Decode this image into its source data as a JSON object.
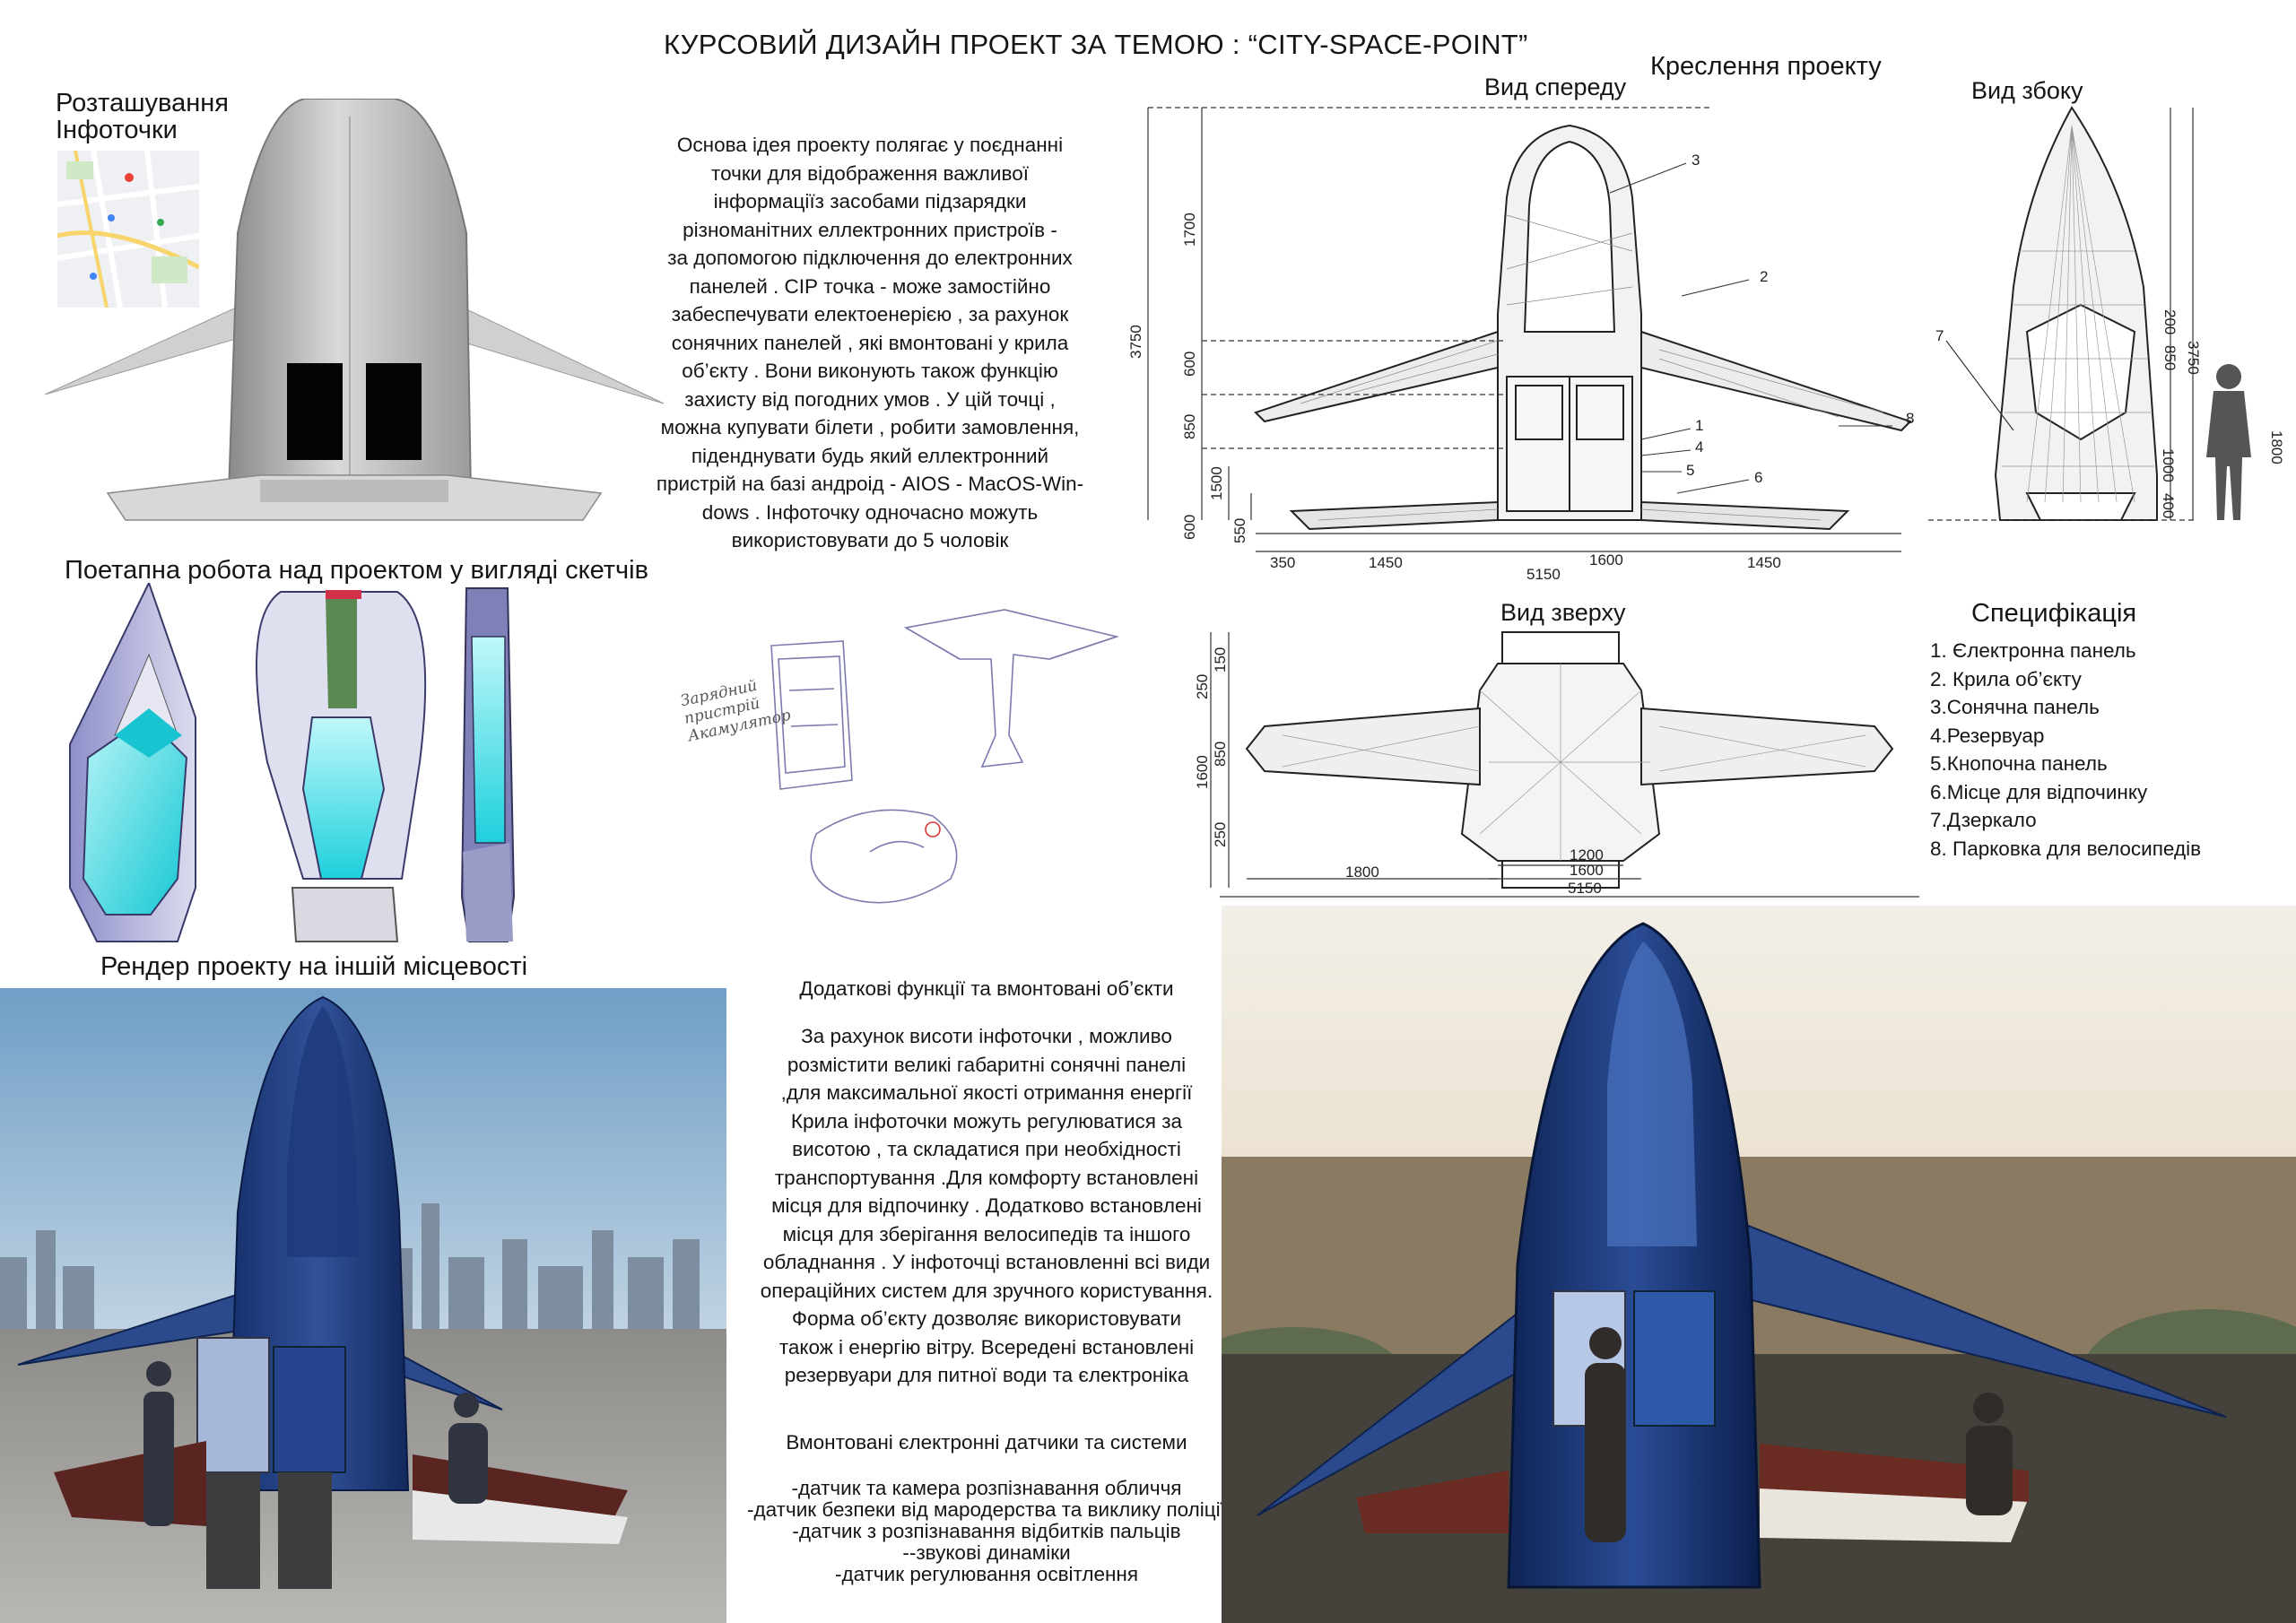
{
  "title": "КУРСОВИЙ ДИЗАЙН ПРОЕКТ ЗА ТЕМОЮ :  “CITY-SPACE-POINT”",
  "labels": {
    "location": "Розташування\nІнфоточки",
    "sketches": "Поетапна робота над проектом у вигляді скетчів",
    "render": "Рендер проекту на іншій місцевості",
    "drawing": "Креслення  проекту",
    "front_view": "Вид  спереду",
    "side_view": "Вид збоку",
    "top_view": "Вид зверху",
    "spec_title": "Специфікація"
  },
  "main_idea": "Основа ідея проекту полягає у поєднанні\nточки для відображення важливої\nінформаціїз засобами підзарядки\nрізноманітних  еллектронних пристроїв -\nза допомогою підключення до електронних\nпанелей  . СІР точка - може замостійно\nзабеспечувати електоенерією , за рахунок\nсонячних панелей , які  вмонтовані у крила\nоб’єкту . Вони виконують також функцію\nзахисту від погодних умов . У цій точці ,\nможна купувати білети , робити замовлення,\nпіденднувати будь який еллектронний\nпристрій на базі  андроід - AIOS - MacOS-Win-\ndows . Інфоточку одночасно можуть\nвикористовувати до 5 чоловік",
  "additional": {
    "title": "Додаткові функції та вмонтовані об’єкти",
    "text": "За рахунок висоти інфоточки , можливо\nрозмістити великі габаритні сонячні панелі\n,для максимальної якості отримання енергії\nКрила інфоточки можуть регулюватися за\nвисотою , та складатися при необхідності\nтранспортування .Для комфорту встановлені\nмісця для відпочинку . Додатково встановлені\nмісця для зберігання велосипедів та іншого\nобладнання . У інфоточці встановленні всі види\nопераційних систем для зручного користування.\nФорма об’єкту дозволяє використовувати\nтакож і енергію вітру. Всередені встановлені\nрезервуари для питної води та єлектроніка"
  },
  "sensors": {
    "title": "Вмонтовані єлектронні датчики та системи",
    "items": [
      "-датчик та камера розпізнавання обличчя",
      "-датчик безпеки від мародерства  та виклику поліції",
      "-датчик з розпізнавання відбитків пальців",
      "--звукові динаміки",
      "-датчик регулювання освітлення"
    ]
  },
  "specification": [
    "1. Єлектронна панель",
    "2. Крила об’єкту",
    "3.Сонячна панель",
    "4.Резервуар",
    "5.Кнопочна панель",
    "6.Місце для відпочинку",
    "7.Дзеркало",
    "8. Парковка для велосипедів"
  ],
  "sketch_note": "Зарядний\nпристрій\nАкамулятор",
  "front_dims": {
    "h1700": "1700",
    "h3750": "3750",
    "h600a": "600",
    "h850": "850",
    "h1500": "1500",
    "h600b": "600",
    "h550": "550",
    "w350": "350",
    "w1450a": "1450",
    "w1600": "1600",
    "w1450b": "1450",
    "w5150": "5150"
  },
  "front_markers": [
    "1",
    "2",
    "3",
    "4",
    "5",
    "6",
    "8"
  ],
  "side_dims": {
    "h200": "200",
    "h3750": "3750",
    "h850": "850",
    "h1000": "1000",
    "h400": "400",
    "h1800": "1800"
  },
  "side_markers": [
    "7"
  ],
  "top_dims": {
    "d250a": "250",
    "d150": "150",
    "d1600": "1600",
    "d850": "850",
    "d250b": "250",
    "w1200": "1200",
    "w1600": "1600",
    "w1800": "1800",
    "w5150": "5150"
  },
  "colors": {
    "navy": "#1d3a7a",
    "cyan": "#2ad4dc",
    "line": "#222222"
  }
}
